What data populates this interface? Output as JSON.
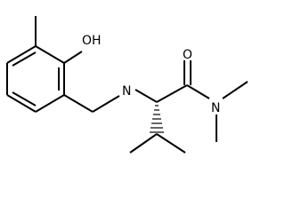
{
  "molecule": {
    "atoms": {
      "hydroxyl": "OH",
      "amine": "N",
      "carbonyl_oxygen": "O",
      "amide_nitrogen": "N"
    }
  },
  "colors": {
    "bond": "#000000",
    "background": "#ffffff"
  }
}
